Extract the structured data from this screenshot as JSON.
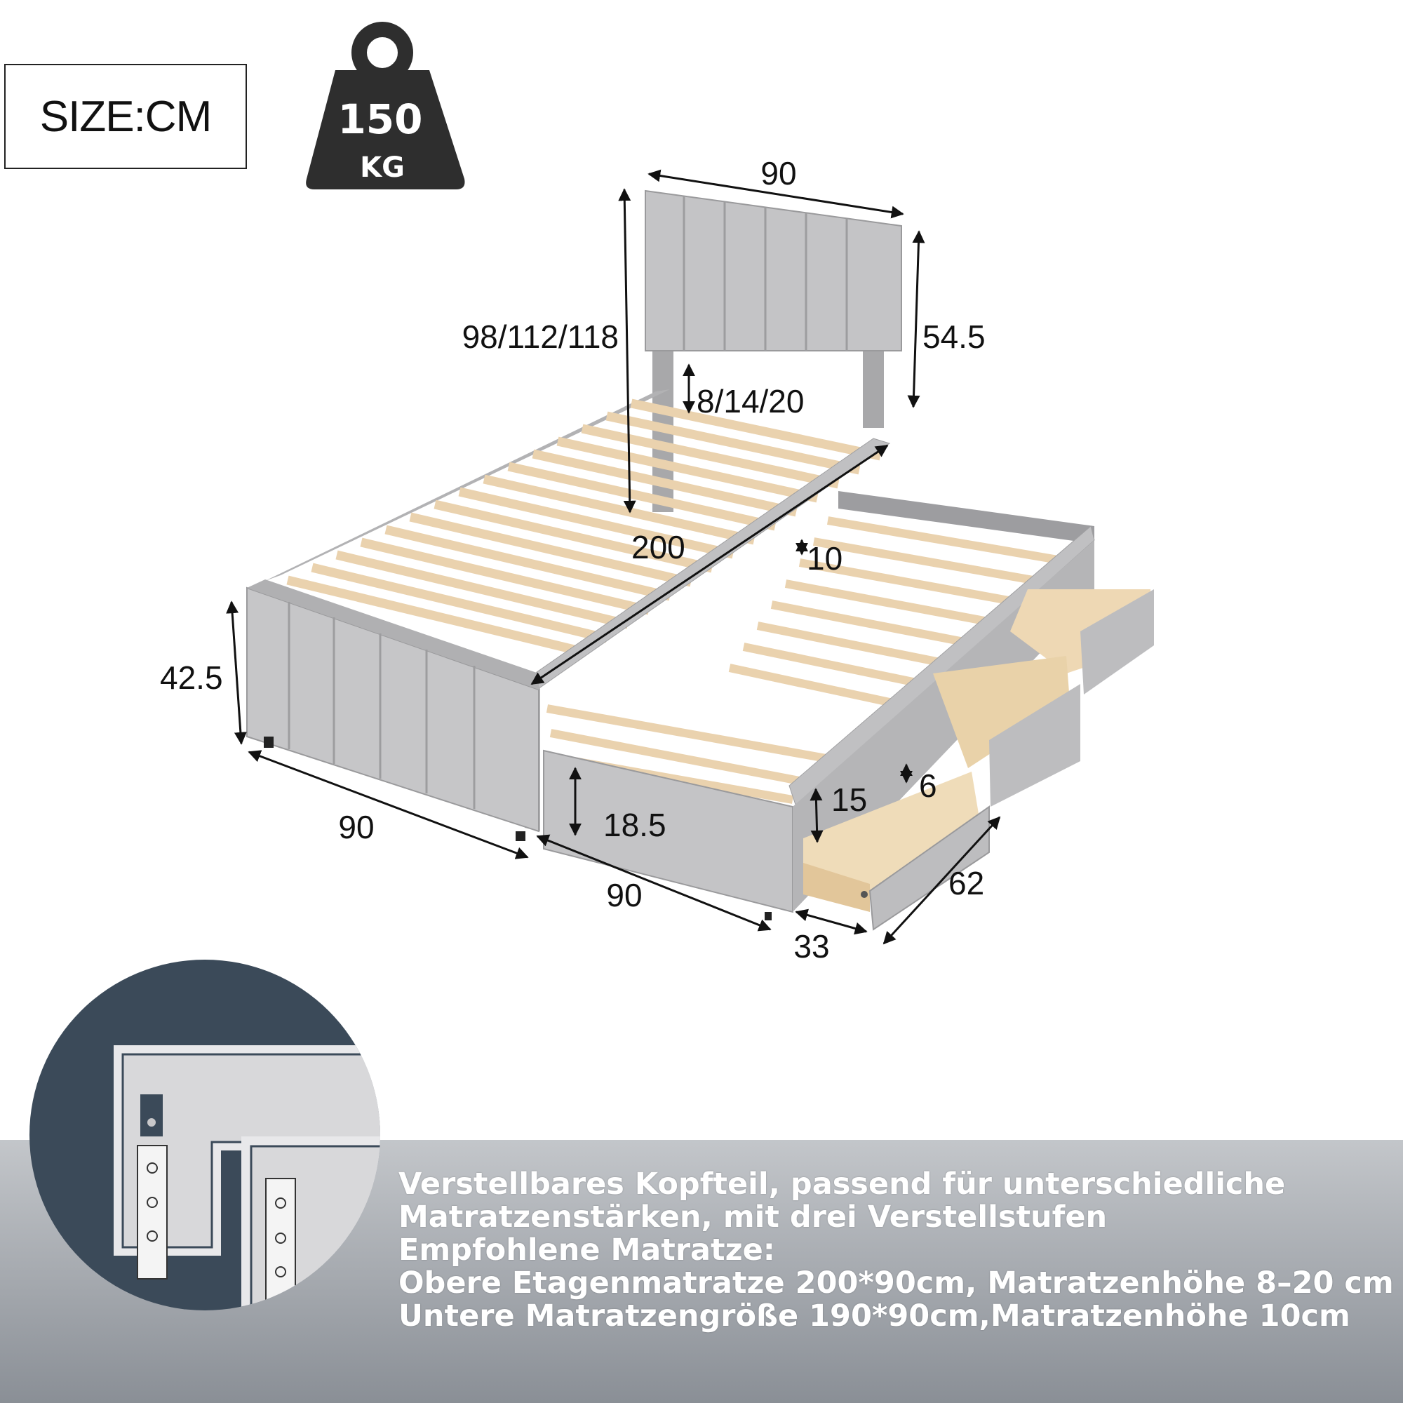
{
  "size_label": "SIZE:CM",
  "weight": {
    "value": "150",
    "unit": "KG"
  },
  "dimensions": {
    "headboard_width": "90",
    "headboard_total_height": "98/112/118",
    "headboard_panel_height": "54.5",
    "headboard_adjust": "8/14/20",
    "bed_length": "200",
    "trundle_mattress_height": "10",
    "bed_height": "42.5",
    "bed_width": "90",
    "trundle_height": "18.5",
    "trundle_width": "90",
    "drawer_side_height": "15",
    "drawer_inner_height": "6",
    "drawer_length": "62",
    "drawer_width": "33"
  },
  "description": [
    "Verstellbares Kopfteil, passend für unterschiedliche",
    "Matratzenstärken, mit drei Verstellstufen",
    "Empfohlene Matratze:",
    "Obere Etagenmatratze 200*90cm, Matratzenhöhe 8–20 cm",
    "Untere Matratzengröße 190*90cm,Matratzenhöhe 10cm"
  ],
  "colors": {
    "fabric": "#bdbdbf",
    "wood": "#f1dcbd",
    "detail_bg": "#3b4a59",
    "band_top": "#c3c6ca",
    "band_bottom": "#8a8f96"
  },
  "icons": [
    "weight-icon",
    "headboard-bracket-detail"
  ]
}
